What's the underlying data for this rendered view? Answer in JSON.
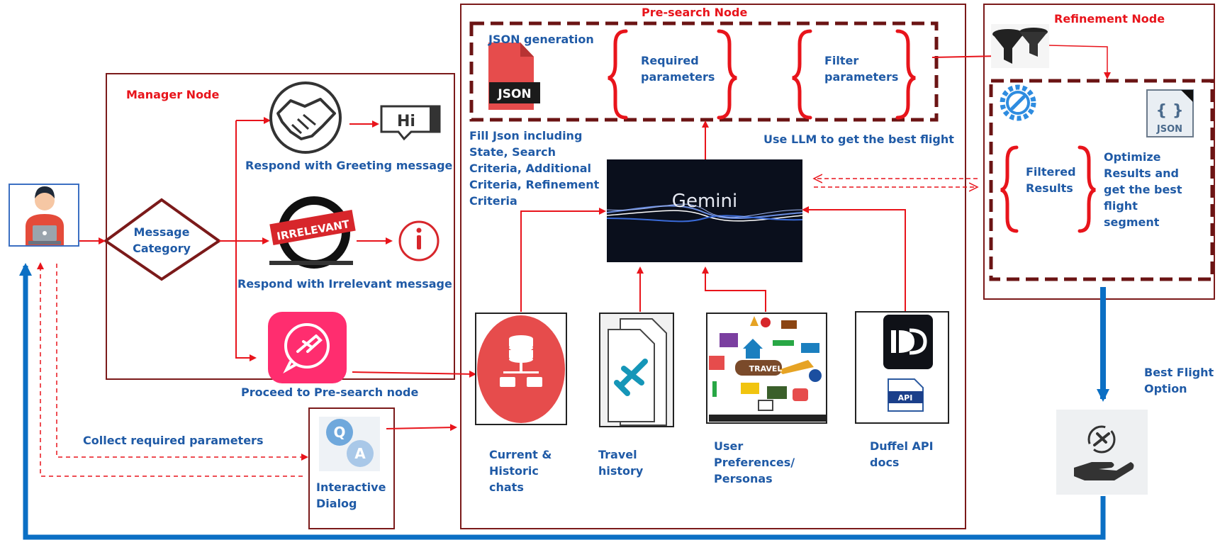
{
  "nodes": {
    "manager": "Manager Node",
    "presearch": "Pre-search Node",
    "refinement": "Refinement Node"
  },
  "manager": {
    "category_line1": "Message",
    "category_line2": "Category",
    "greeting": "Respond with Greeting message",
    "irrelevant": "Respond with Irrelevant message",
    "proceed": "Proceed to Pre-search node",
    "hi_text": "Hi",
    "irrelevant_stamp": "IRRELEVANT"
  },
  "left": {
    "collect": "Collect required parameters",
    "interactive_line1": "Interactive",
    "interactive_line2": "Dialog",
    "qa_q": "Q",
    "qa_a": "A"
  },
  "presearch": {
    "json_generation": "JSON generation",
    "json_badge": "JSON",
    "required_line1": "Required",
    "required_line2": "parameters",
    "filter_line1": "Filter",
    "filter_line2": "parameters",
    "fill_line1": "Fill Json including",
    "fill_line2": "State, Search",
    "fill_line3": "Criteria, Additional",
    "fill_line4": "Criteria, Refinement",
    "fill_line5": "Criteria",
    "use_llm": "Use LLM to get the best flight",
    "gemini": "Gemini",
    "chats_line1": "Current &",
    "chats_line2": "Historic",
    "chats_line3": "chats",
    "travel_line1": "Travel",
    "travel_line2": "history",
    "prefs_line1": "User",
    "prefs_line2": "Preferences/",
    "prefs_line3": "Personas",
    "duffel_line1": "Duffel API",
    "duffel_line2": "docs",
    "api_badge": "API",
    "travel_sign": "TRAVEL"
  },
  "refinement": {
    "json_badge": "JSON",
    "json_braces": "{ }",
    "filtered_line1": "Filtered",
    "filtered_line2": "Results",
    "optimize_line1": "Optimize",
    "optimize_line2": "Results and",
    "optimize_line3": "get the best",
    "optimize_line4": "flight",
    "optimize_line5": "segment",
    "best_line1": "Best Flight",
    "best_line2": "Option"
  },
  "colors": {
    "arrow_red": "#e8141b",
    "node_border": "#7b1a1a",
    "dashed_maroon": "#6b1414",
    "label_blue": "#1f5aa6",
    "loop_blue": "#0b6fc4"
  }
}
